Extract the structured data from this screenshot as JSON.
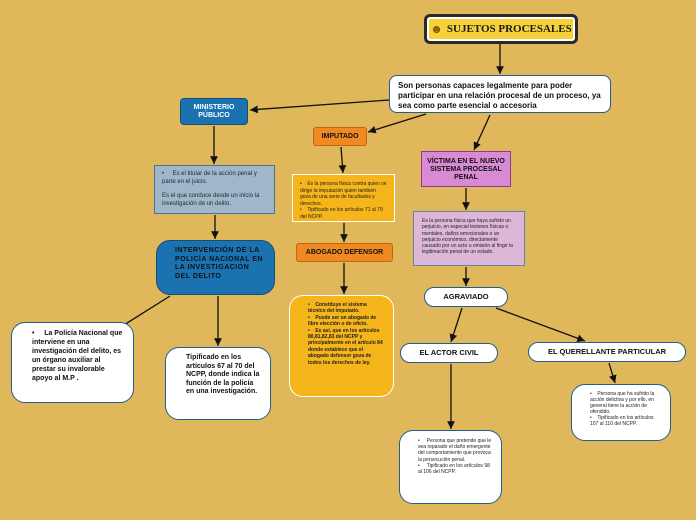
{
  "title": {
    "icon": "people-icon",
    "text": "SUJETOS PROCESALES"
  },
  "definition": "Son personas capaces legalmente para poder participar en una relación procesal de un proceso, ya sea como parte esencial o accesoria",
  "ministerio": {
    "heading": "MINISTERIO PÚBLICO",
    "bullet": "Es el titular de la acción penal y parte en el juicio.",
    "line2": "Es el que conduce desde un inicio la investigación de un delito."
  },
  "imputado": {
    "heading": "IMPUTADO",
    "bullet1": "Es la persona física contra quien se dirige la imputación quien también goza de una serie de facultades y derechos.",
    "bullet2": "Tipificado en los artículos 71 al 79 del NCPP."
  },
  "abogado": {
    "heading": "ABOGADO DEFENSOR",
    "bullet1": "Constituye el sistema técnico del imputado.",
    "bullet2": "Puede ser un abogado de libre elección o de oficio.",
    "bullet3": "Es así, que en los artículos 80,81,82,83 del NCPP y principalmente en el artículo 84 donde establece que el abogado defensor goza de todos los derechos de ley."
  },
  "victima": {
    "heading": "VÍCTIMA EN EL NUEVO SISTEMA PROCESAL PENAL",
    "description": "Es la persona física que haya sufrido un perjuicio, en especial lesiones físicas o mentales, daños emocionales o un perjuicio económico, directamente causado por un acto u omisión al fingir la legitimación penal de un estado."
  },
  "intervencion": {
    "heading": "INTERVENCIÓN DE LA POLICÍA NACIONAL EN LA INVESTIGACIÓN DEL DELITO"
  },
  "policia": {
    "text": "La Policía Nacional que interviene en una investigación del delito, es un órgano auxiliar al prestar su invalorable apoyo al M.P ."
  },
  "tipificado_policia": {
    "text": "Tipificado en los artículos 67 al 70 del NCPP, donde indica la función de la policía en una investigación."
  },
  "agraviado": {
    "heading": "AGRAVIADO"
  },
  "actor_civil": {
    "heading": "EL ACTOR CIVIL",
    "bullet1": "Persona que pretende que le sea reparado el daño emergente del comportamiento que provoca la persecución penal.",
    "bullet2": "Tipificado en los artículos 98 al 106 del NCPP."
  },
  "querellante": {
    "heading": "EL QUERELLANTE PARTICULAR",
    "bullet1": "Persona que ha sufrido la acción delictiva y por ello, en general tiene la acción de ofendido.",
    "bullet2": "Tipificado en los artículos 107 al 110 del NCPP."
  },
  "colors": {
    "background": "#e0b75a",
    "blue": "#1a72b0",
    "orange": "#ef8a22",
    "yellow": "#f6b51a",
    "pink": "#d98ad4"
  }
}
